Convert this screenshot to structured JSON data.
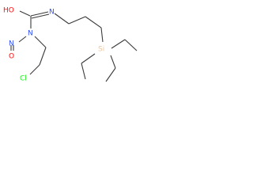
{
  "colors": {
    "bond": "#3a3a3a",
    "oxygen": "#ff0d0d",
    "nitrogen": "#3050f8",
    "chlorine": "#1ff01f",
    "silicon": "#f0c8a0",
    "background": "#ffffff"
  },
  "labels": {
    "hydroxyl": "HO",
    "imine_n": "N",
    "amide_n": "N",
    "nitroso_n": "N",
    "nitroso_o": "O",
    "chlorine": "Cl",
    "silicon": "Si"
  }
}
